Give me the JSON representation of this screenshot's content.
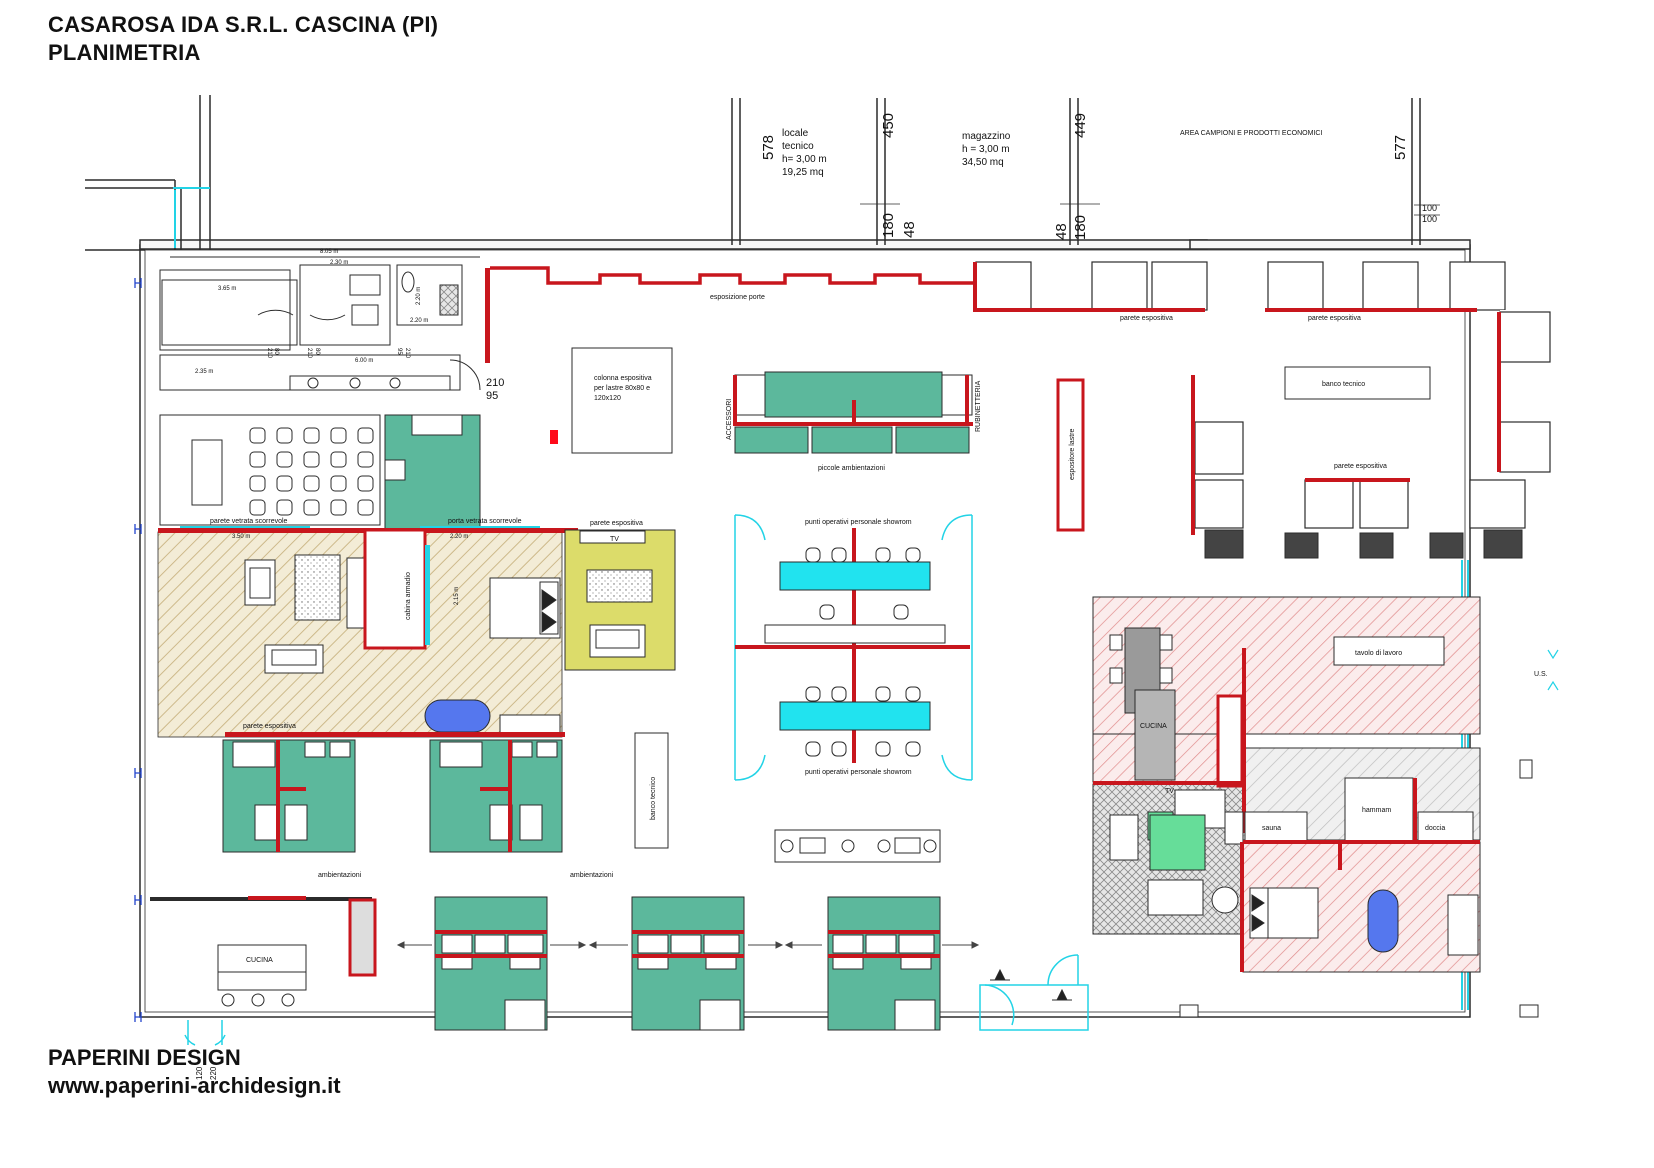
{
  "header": {
    "line1": "CASAROSA IDA S.R.L. CASCINA (PI)",
    "line2": "PLANIMETRIA"
  },
  "footer": {
    "company": "PAPERINI DESIGN",
    "website": "www.paperini-archidesign.it"
  },
  "colors": {
    "wall": "#2b2b2b",
    "partition_red": "#c8161d",
    "glass_cyan": "#22d3e6",
    "display_green": "#5cb89c",
    "desk_cyan": "#21e3ef",
    "yellow_area": "#dcdc6a",
    "sofa_blue": "#5577ee",
    "hatch_beige": "#e3d6b0",
    "hatch_red": "#e6a4a4",
    "cucina_grey": "#9a9a9a",
    "green_table": "#66dd99"
  },
  "rooms": {
    "locale_tecnico": [
      "locale",
      "tecnico",
      "h= 3,00 m",
      "19,25 mq"
    ],
    "magazzino": [
      "magazzino",
      "h = 3,00 m",
      "34,50 mq"
    ],
    "area_campioni": "AREA CAMPIONI E PRODOTTI ECONOMICI"
  },
  "dimensions": {
    "d578": "578",
    "d450": "450",
    "d449": "449",
    "d577": "577",
    "d180a": "180",
    "d48a": "48",
    "d48b": "48",
    "d180b": "180",
    "d100a": "100",
    "d100b": "100",
    "d805": "8.05 m",
    "d230": "2.30 m",
    "d365": "3.65 m",
    "d220v": "2.20 m",
    "d220b": "2.20 m",
    "d235": "2.35 m",
    "d600": "6.00 m",
    "d210a": "210",
    "d80a": "80",
    "d210b": "210",
    "d80b": "80",
    "d95a": "95",
    "d210c": "210",
    "d210d": "210",
    "d95b": "95",
    "d350": "3.50 m",
    "d220c": "2.20 m",
    "d215": "2.15 m",
    "d220e": "220",
    "d120": "120"
  },
  "labels": {
    "esposizione_porte": "esposizione porte",
    "parete_espositiva": "parete espositiva",
    "colonna": [
      "colonna  espositiva",
      "per lastre 80x80 e",
      "120x120"
    ],
    "accessori": "ACCESSORI",
    "rubinetteria": "RUBINETTERIA",
    "piccole_ambientazioni": "piccole ambientazioni",
    "espositore_lastre": "espositore lastre",
    "banco_tecnico": "banco tecnico",
    "parete_vetrata": "parete vetrata scorrevole",
    "porta_vetrata": "porta vetrata scorrevole",
    "tv": "TV",
    "cabina_armadio": "cabina armadio",
    "punti_operativi": "punti operativi personale showrom",
    "tavolo_di_lavoro": "tavolo di lavoro",
    "cucina": "CUCINA",
    "us": "U.S.",
    "sauna": "sauna",
    "hammam": "hammam",
    "doccia": "doccia",
    "ambientazioni": "ambientazioni"
  }
}
